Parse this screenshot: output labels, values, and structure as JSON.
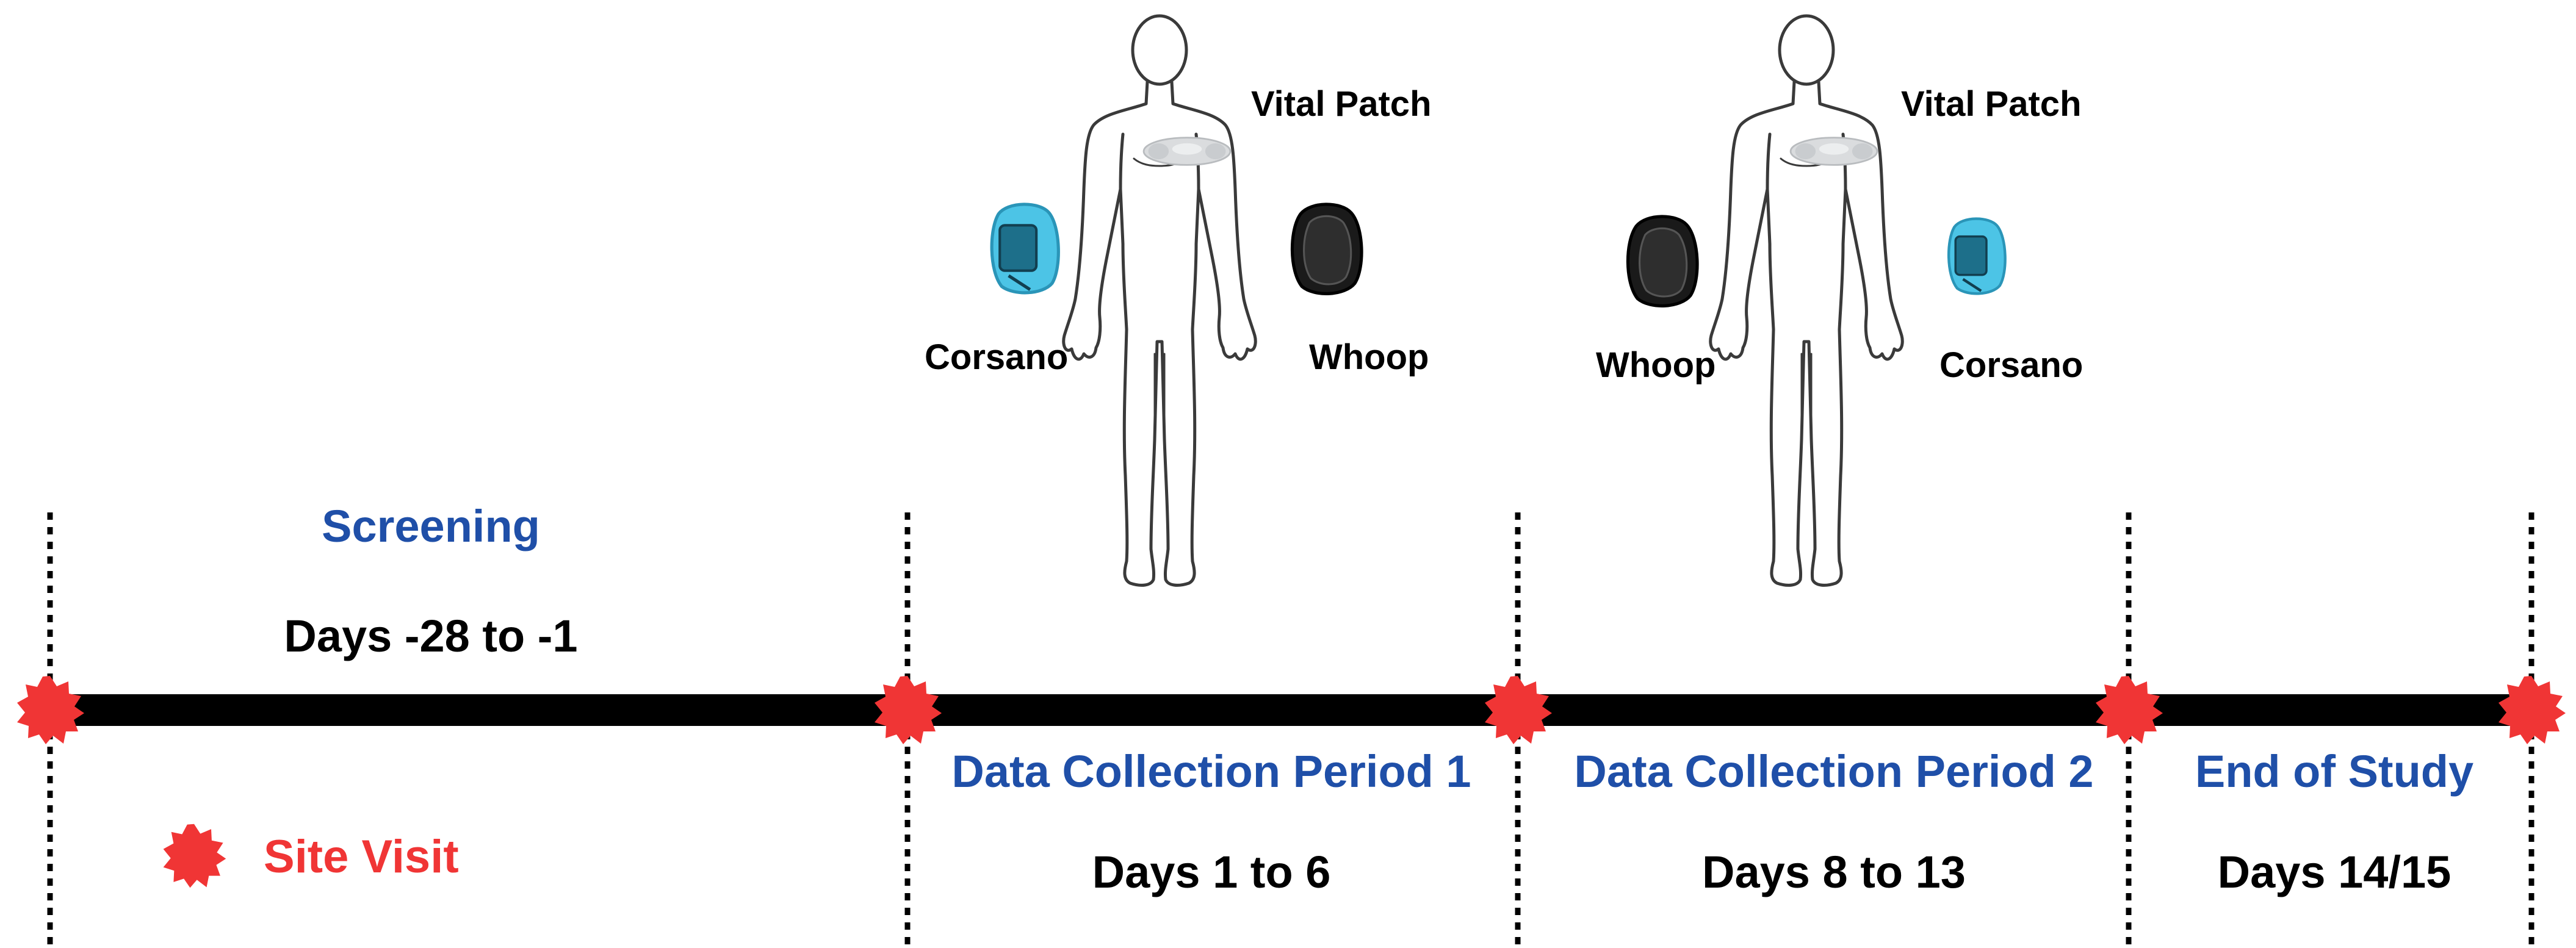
{
  "phases": [
    {
      "title": "Screening",
      "days": "Days -28 to -1"
    },
    {
      "title": "Data Collection Period 1",
      "days": "Days 1 to 6"
    },
    {
      "title": "Data Collection Period 2",
      "days": "Days 8 to 13"
    },
    {
      "title": "End of Study",
      "days": "Days 14/15"
    }
  ],
  "figures": [
    {
      "patch": "Vital Patch",
      "left_device": "Corsano",
      "right_device": "Whoop"
    },
    {
      "patch": "Vital Patch",
      "left_device": "Whoop",
      "right_device": "Corsano"
    }
  ],
  "legend": {
    "label": "Site Visit"
  },
  "colors": {
    "timeline": "#000000",
    "site_visit": "#f03535",
    "phase_title": "#1f4fa8",
    "corsano_band": "#4cc4e6",
    "whoop_band": "#1a1a1a",
    "patch": "#d8dadc"
  }
}
